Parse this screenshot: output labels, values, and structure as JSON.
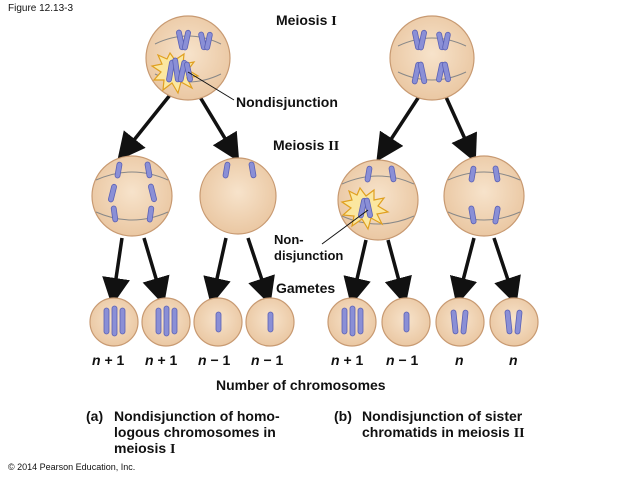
{
  "figure_label": "Figure 12.13-3",
  "header_meiosis1": {
    "word": "Meiosis",
    "numeral": "I"
  },
  "header_meiosis2": {
    "word": "Meiosis",
    "numeral": "II"
  },
  "nondisjunction_label": "Nondisjunction",
  "nondisjunction_label_2": {
    "line1": "Non-",
    "line2": "disjunction"
  },
  "gametes_label": "Gametes",
  "gamete_counts": [
    {
      "var": "n",
      "op": "+",
      "num": "1"
    },
    {
      "var": "n",
      "op": "+",
      "num": "1"
    },
    {
      "var": "n",
      "op": "−",
      "num": "1"
    },
    {
      "var": "n",
      "op": "−",
      "num": "1"
    },
    {
      "var": "n",
      "op": "+",
      "num": "1"
    },
    {
      "var": "n",
      "op": "−",
      "num": "1"
    },
    {
      "var": "n",
      "op": "",
      "num": ""
    },
    {
      "var": "n",
      "op": "",
      "num": ""
    }
  ],
  "axis_label": "Number of chromosomes",
  "caption_a": {
    "marker": "(a)",
    "line1": "Nondisjunction of homo-",
    "line2": "logous chromosomes in",
    "line3_word": "meiosis",
    "line3_numeral": "I"
  },
  "caption_b": {
    "marker": "(b)",
    "line1": "Nondisjunction of sister",
    "line2_word": "chromatids in meiosis",
    "line2_numeral": "II"
  },
  "copyright": "© 2014 Pearson Education, Inc.",
  "colors": {
    "cell_fill": "#f3d7b7",
    "cell_edge": "#c89a72",
    "chromosome": "#8a8fd6",
    "chromosome_edge": "#5b61b5",
    "spindle": "#6e6e6e",
    "burst_fill": "#fbe7a0",
    "burst_edge": "#e0a020",
    "arrow": "#111111"
  }
}
